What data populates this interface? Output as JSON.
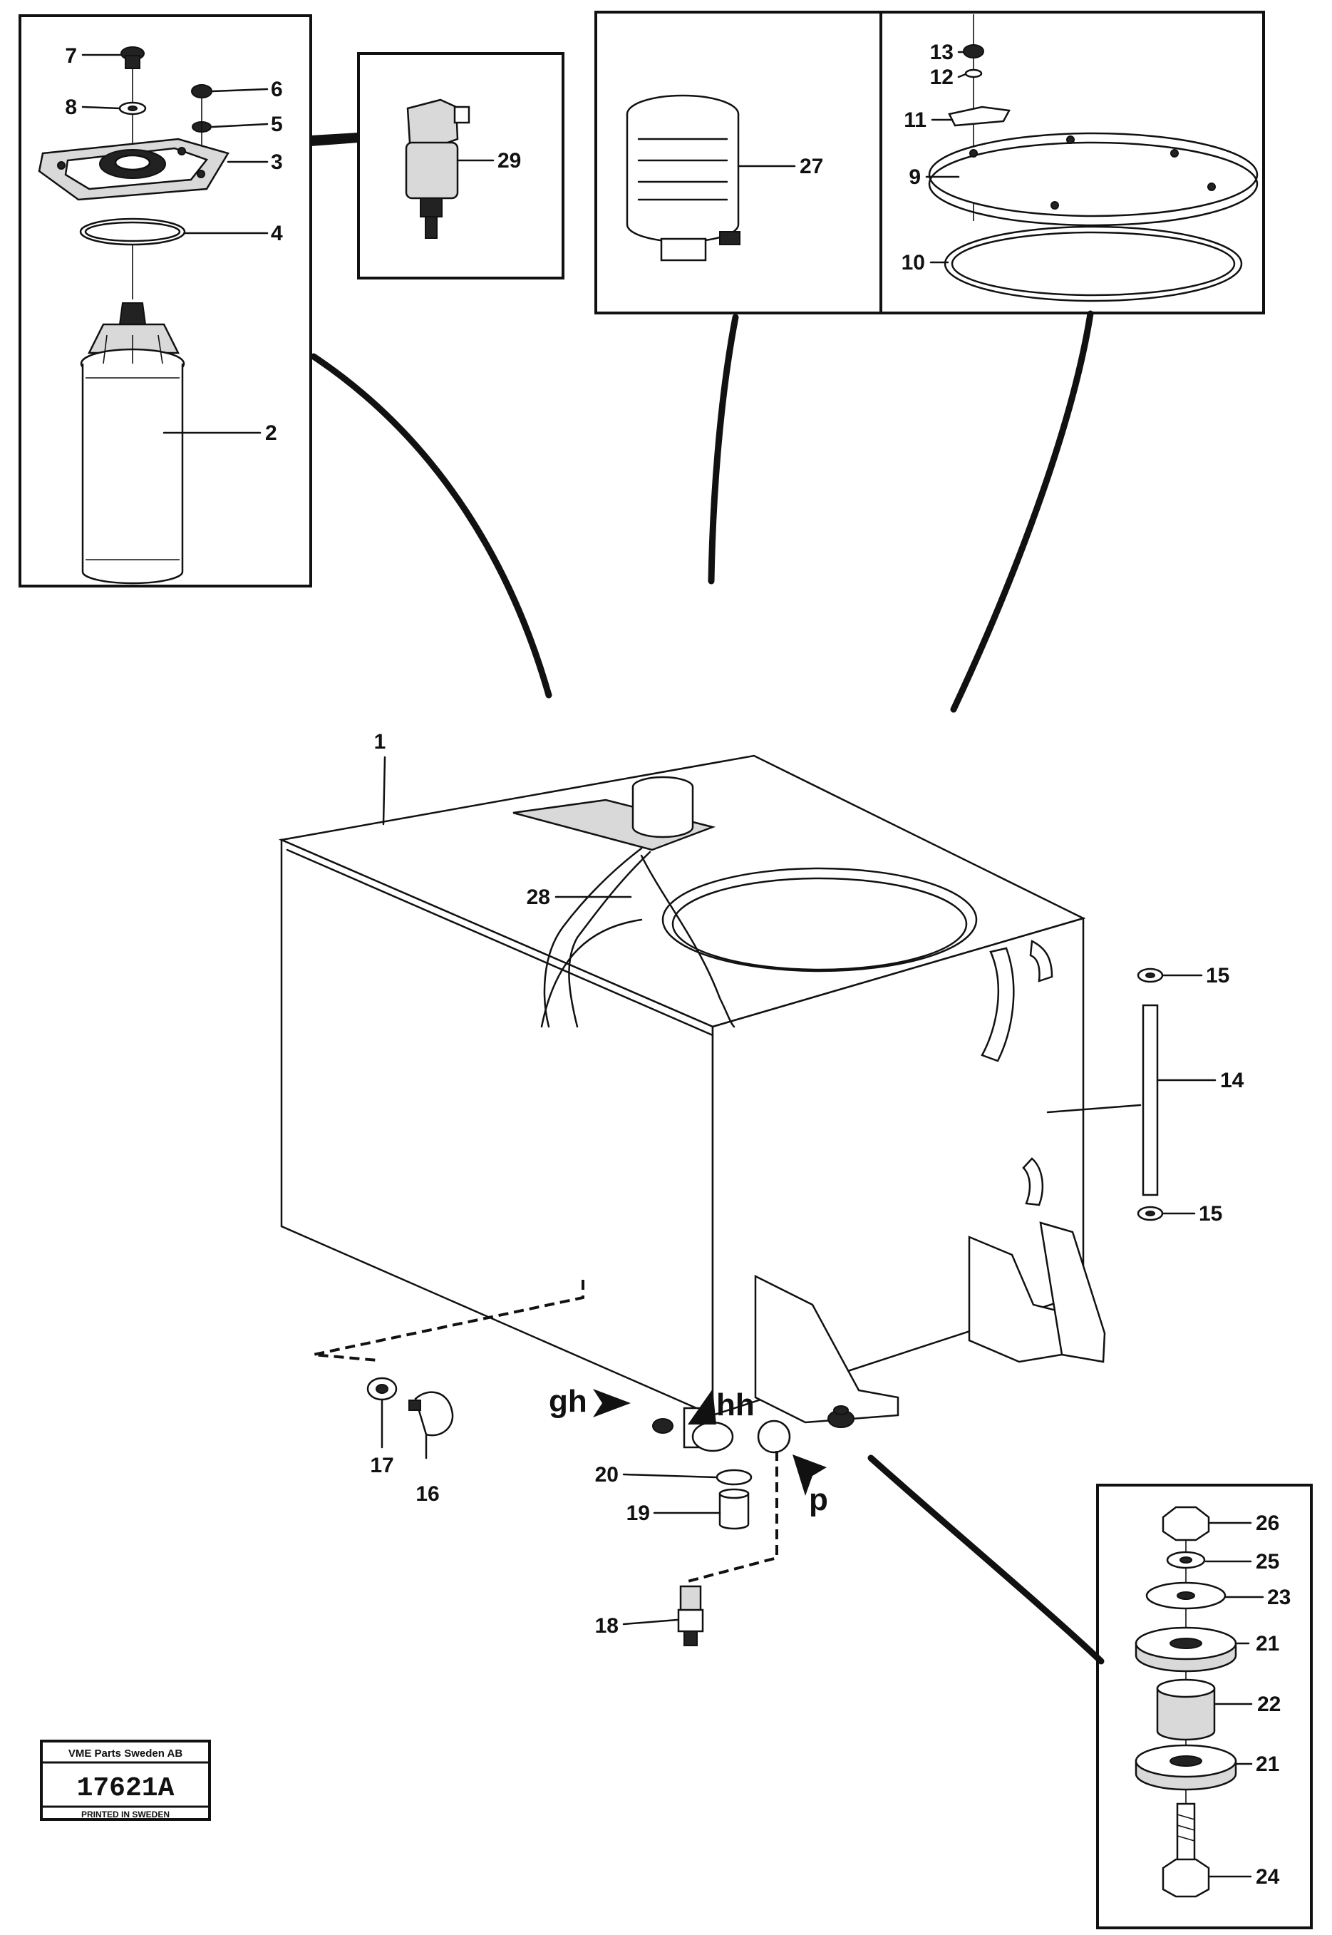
{
  "callouts": [
    "1",
    "2",
    "3",
    "4",
    "5",
    "6",
    "7",
    "8",
    "9",
    "10",
    "11",
    "12",
    "13",
    "14",
    "15",
    "15",
    "16",
    "17",
    "18",
    "19",
    "20",
    "21",
    "21",
    "22",
    "23",
    "24",
    "25",
    "26",
    "27",
    "28",
    "29"
  ],
  "view_arrows": [
    "gh",
    "hh",
    "p"
  ],
  "stamp": {
    "company": "VME Parts Sweden AB",
    "number": "17621A",
    "printed": "PRINTED IN SWEDEN"
  }
}
